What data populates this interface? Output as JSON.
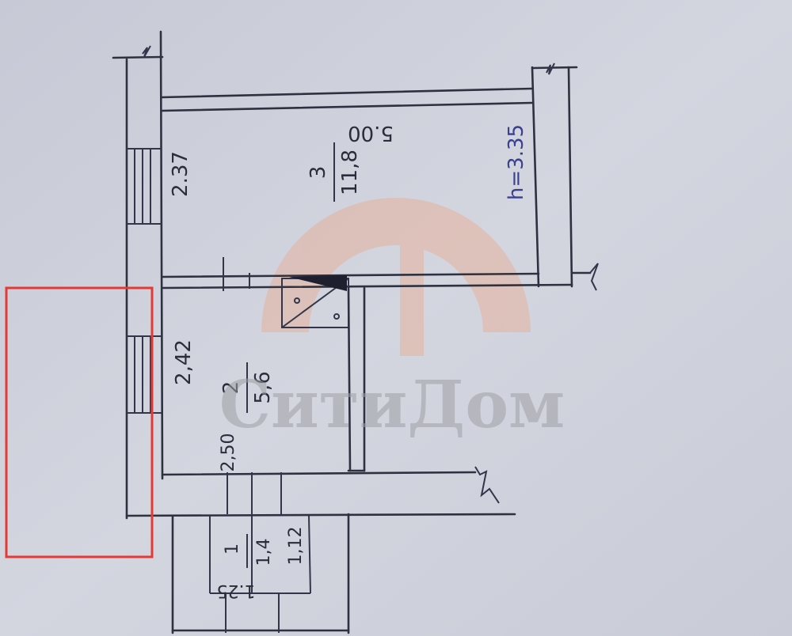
{
  "watermark": {
    "text": "СитиДом",
    "logo_color": "#f2a07a"
  },
  "plan": {
    "room3": {
      "number": "3",
      "area": "11,8",
      "width": "5.00",
      "length": "2.37",
      "height": "h=3.35"
    },
    "room2": {
      "number": "2",
      "area": "5,6",
      "length": "2,42",
      "width": "2,50"
    },
    "room1": {
      "number": "1",
      "area": "1,4",
      "length": "1,12",
      "width": "1.25"
    }
  },
  "highlight": {
    "color": "#e53935"
  }
}
